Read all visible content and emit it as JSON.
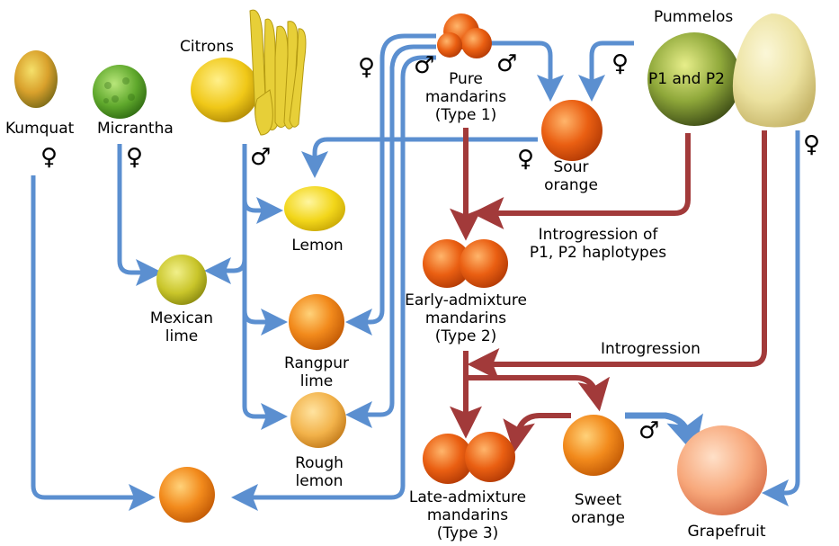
{
  "colors": {
    "blue": "#5b8fd0",
    "red": "#a23a3a",
    "female": "♀",
    "male": "♂"
  },
  "labels": {
    "kumquat": "Kumquat",
    "micrantha": "Micrantha",
    "citrons": "Citrons",
    "pummelos": "Pummelos",
    "p1p2": "P1 and P2",
    "pure_mandarins": [
      "Pure",
      "mandarins",
      "(Type 1)"
    ],
    "sour_orange": [
      "Sour",
      "orange"
    ],
    "lemon": "Lemon",
    "mexican_lime": [
      "Mexican",
      "lime"
    ],
    "rangpur_lime": [
      "Rangpur",
      "lime"
    ],
    "rough_lemon": [
      "Rough",
      "lemon"
    ],
    "early_admixture": [
      "Early-admixture",
      "mandarins",
      "(Type 2)"
    ],
    "late_admixture": [
      "Late-admixture",
      "mandarins",
      "(Type 3)"
    ],
    "sweet_orange": [
      "Sweet",
      "orange"
    ],
    "grapefruit": "Grapefruit",
    "introgression_p1p2": [
      "Introgression of",
      "P1, P2 haplotypes"
    ],
    "introgression": "Introgression"
  }
}
